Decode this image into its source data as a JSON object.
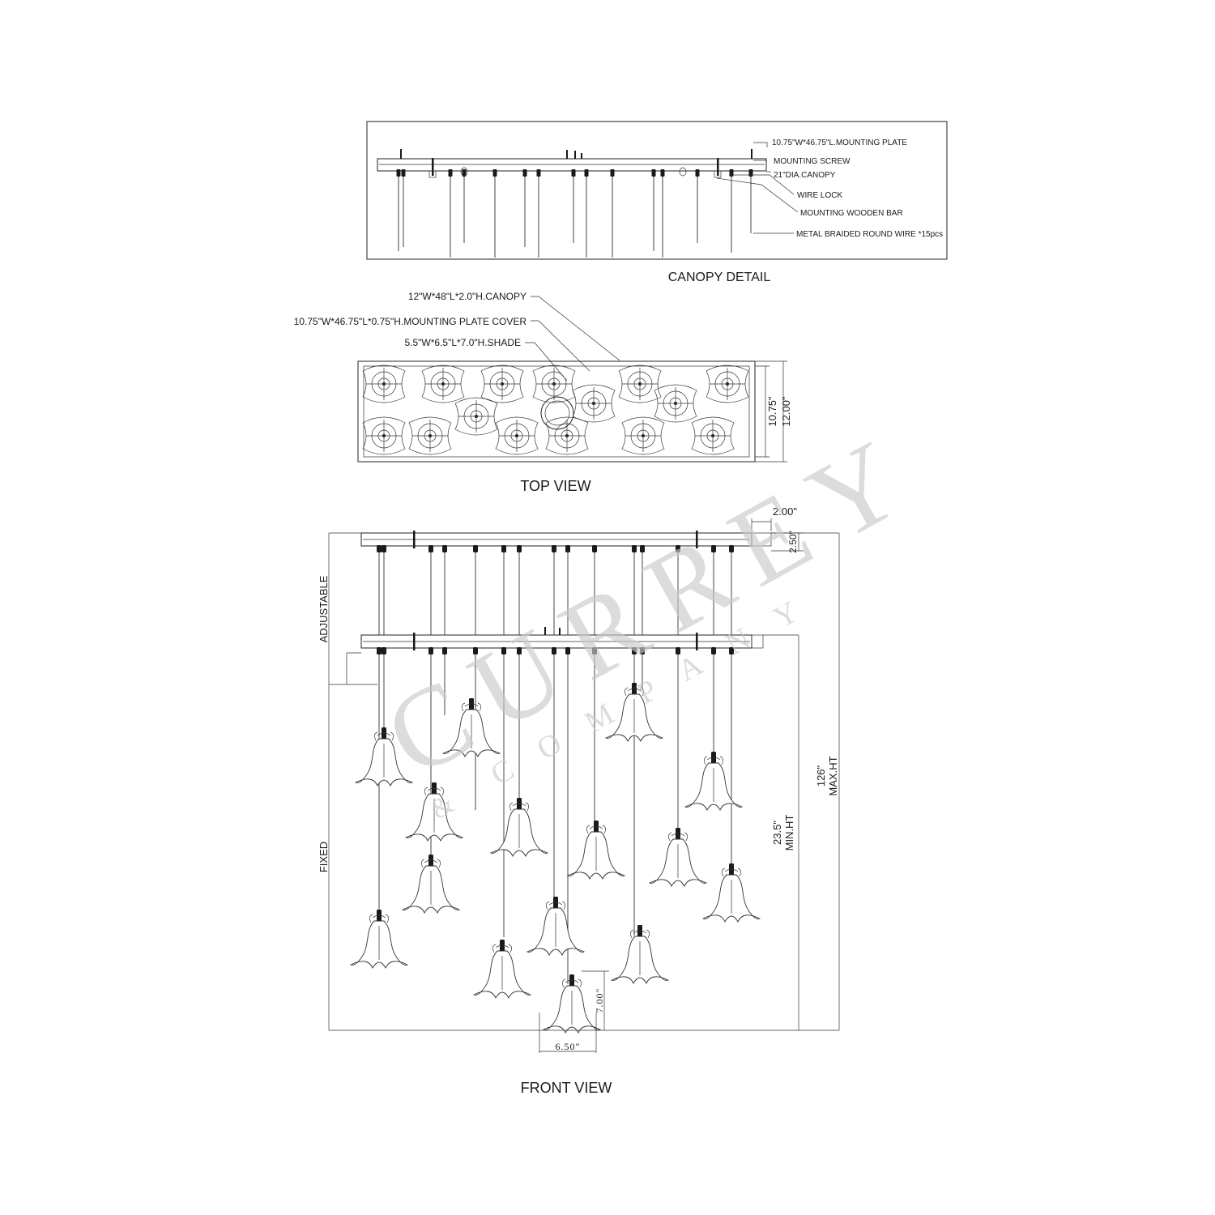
{
  "canopy_detail": {
    "title": "CANOPY DETAIL",
    "callouts": [
      "10.75\"W*46.75\"L.MOUNTING PLATE",
      "MOUNTING SCREW",
      "21\"DIA.CANOPY",
      "WIRE LOCK",
      "MOUNTING  WOODEN BAR",
      "METAL BRAIDED ROUND WIRE *15pcs"
    ]
  },
  "top_view": {
    "title": "TOP VIEW",
    "callouts": [
      "12\"W*48\"L*2.0\"H.CANOPY",
      "10.75\"W*46.75\"L*0.75\"H.MOUNTING PLATE COVER",
      "5.5\"W*6.5\"L*7.0\"H.SHADE"
    ],
    "dim_inner": "10.75\"",
    "dim_outer": "12.00\""
  },
  "front_view": {
    "title": "FRONT VIEW",
    "dim_canopy_width": "2.00\"",
    "dim_canopy_height": "2.50\"",
    "label_adjustable": "ADJUSTABLE",
    "label_fixed": "FIXED",
    "dim_min": "23.5\"",
    "dim_min_label": "MIN.HT",
    "dim_max": "126\"",
    "dim_max_label": "MAX.HT",
    "dim_shade_height": "7.00\"",
    "dim_shade_width": "6.50\""
  },
  "watermark": {
    "brand": "CURREY",
    "sub": "COMPANY",
    "amp": "&"
  }
}
